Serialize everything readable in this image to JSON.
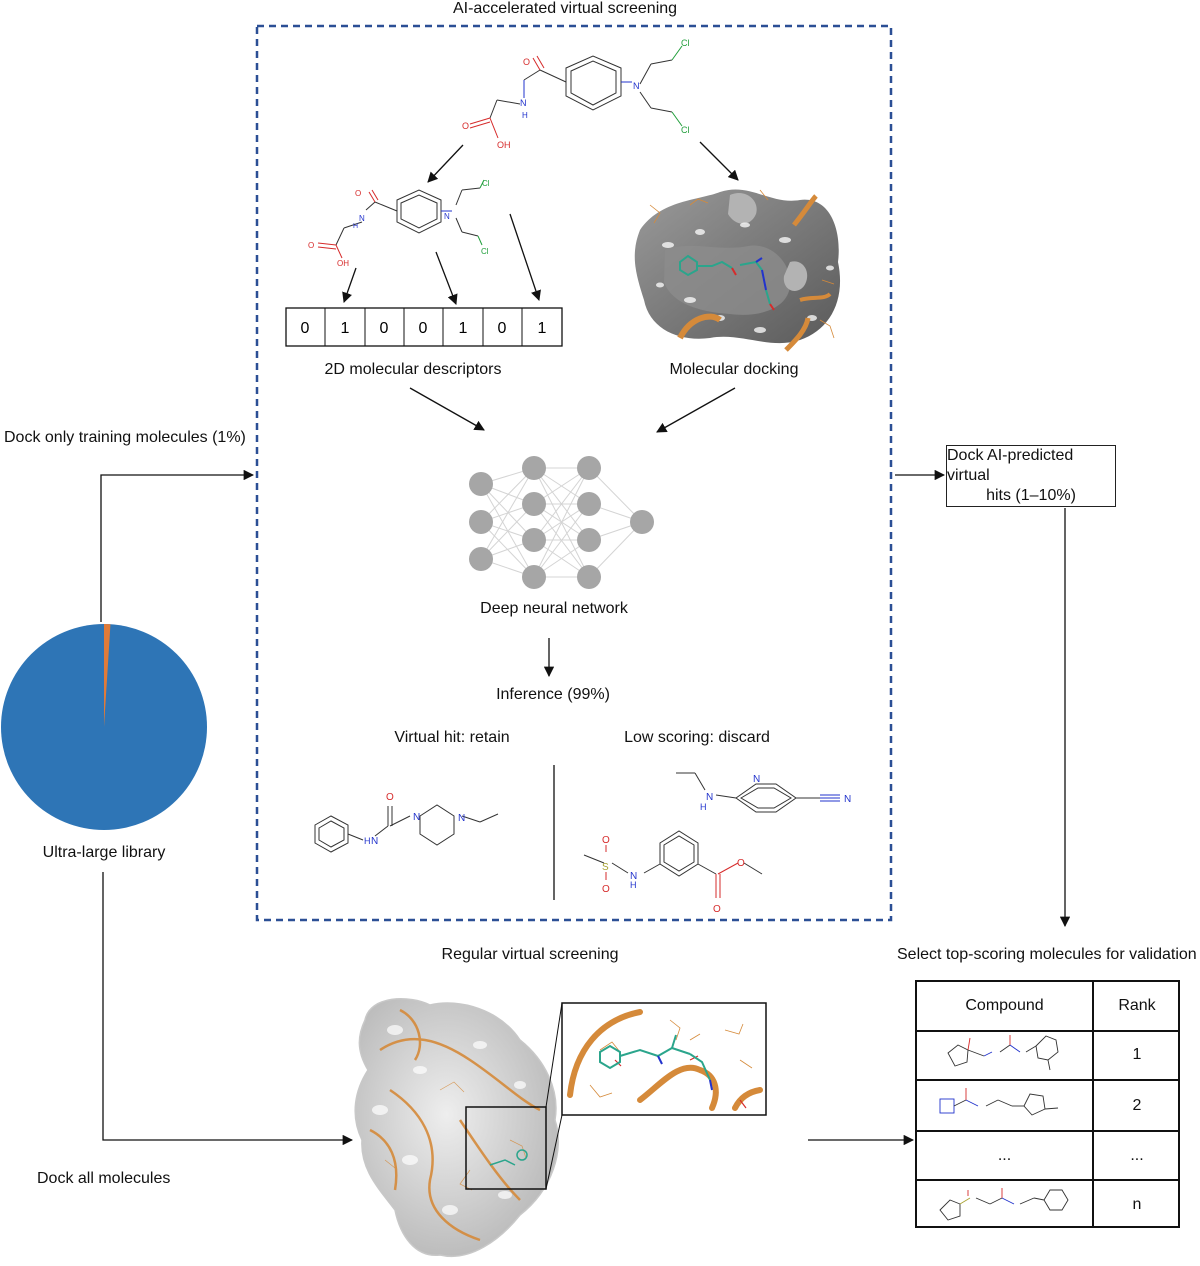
{
  "titles": {
    "ai_box": "AI-accelerated virtual screening",
    "regular": "Regular virtual screening",
    "select": "Select top-scoring molecules for validation"
  },
  "labels": {
    "dock_training": "Dock only training molecules (1%)",
    "library": "Ultra-large library",
    "dock_all": "Dock all molecules",
    "descriptors": "2D molecular descriptors",
    "docking": "Molecular docking",
    "dnn": "Deep neural network",
    "inference": "Inference (99%)",
    "retain": "Virtual hit: retain",
    "discard": "Low scoring: discard"
  },
  "predicted_box": {
    "line1": "Dock AI-predicted virtual",
    "line2": "hits (1–10%)"
  },
  "fingerprint_bits": [
    "0",
    "1",
    "0",
    "0",
    "1",
    "0",
    "1"
  ],
  "atoms": {
    "o": "O",
    "n": "N",
    "h": "H",
    "oh": "OH",
    "cl": "Cl",
    "s": "S"
  },
  "table": {
    "headers": {
      "compound": "Compound",
      "rank": "Rank"
    },
    "rows": [
      {
        "rank": "1"
      },
      {
        "rank": "2"
      },
      {
        "compound": "...",
        "rank": "..."
      },
      {
        "rank": "n"
      }
    ]
  },
  "pie": {
    "training_fraction": 0.01
  },
  "colors": {
    "dashed_border": "#2b4f95",
    "pie_main": "#2e75b6",
    "pie_slice": "#e07b39",
    "node": "#a6a6a6",
    "protein_surface": "#7a7a7a",
    "ribbon": "#d58a3a",
    "ligand": "#2ba58c",
    "oxygen": "#d62b2b",
    "nitrogen": "#2233cc",
    "chlorine": "#1f9e3a",
    "sulfur": "#a8a232"
  }
}
